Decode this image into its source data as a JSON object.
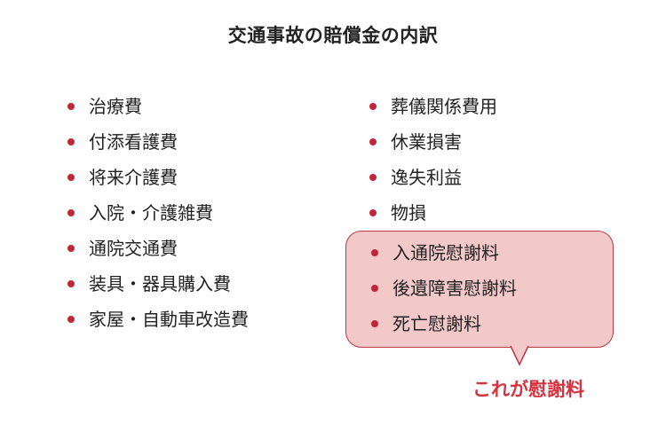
{
  "title": "交通事故の賠償金の内訳",
  "colors": {
    "bullet": "#c0283a",
    "bubble_fill": "#f3c8c9",
    "bubble_border": "#b83a45",
    "caption": "#d6323f"
  },
  "left_items": [
    "治療費",
    "付添看護費",
    "将来介護費",
    "入院・介護雑費",
    "通院交通費",
    "装具・器具購入費",
    "家屋・自動車改造費"
  ],
  "right_items": [
    "葬儀関係費用",
    "休業損害",
    "逸失利益",
    "物損"
  ],
  "highlight_items": [
    "入通院慰謝料",
    "後遺障害慰謝料",
    "死亡慰謝料"
  ],
  "caption": "これが慰謝料"
}
